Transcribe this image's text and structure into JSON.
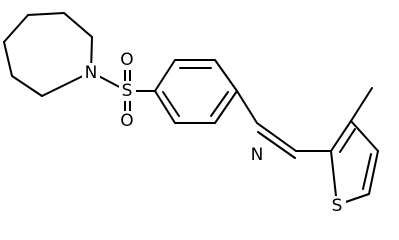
{
  "atoms": {
    "azepane_n": "N",
    "sulfonyl_s": "S",
    "sulfonyl_o_top": "O",
    "sulfonyl_o_bottom": "O",
    "imine_n": "N",
    "thiophene_s": "S"
  },
  "colors": {
    "bond": "#000000",
    "label": "#000000",
    "background": "#ffffff"
  }
}
